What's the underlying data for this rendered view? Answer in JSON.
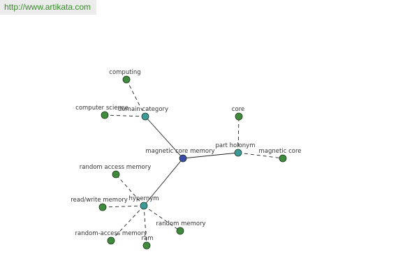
{
  "source_link": "http://www.artikata.com",
  "colors": {
    "center_node": "#3b4aa8",
    "relation_node": "#3e9a9a",
    "term_node": "#3f8a3c",
    "edge": "#222222",
    "link_text": "#3a8a2c"
  },
  "graph": {
    "center": {
      "id": "magnetic-core-memory",
      "label": "magnetic core memory"
    },
    "relations": [
      {
        "id": "domain-category",
        "label": "domain category",
        "terms": [
          {
            "id": "computing",
            "label": "computing"
          },
          {
            "id": "computer-science",
            "label": "computer science"
          }
        ]
      },
      {
        "id": "part-holonym",
        "label": "part holonym",
        "terms": [
          {
            "id": "core",
            "label": "core"
          },
          {
            "id": "magnetic-core",
            "label": "magnetic core"
          }
        ]
      },
      {
        "id": "hypernym",
        "label": "hypernym",
        "terms": [
          {
            "id": "random-access-memory-1",
            "label": "random access memory"
          },
          {
            "id": "read-write-memory",
            "label": "read/write memory"
          },
          {
            "id": "random-access-memory-2",
            "label": "random-access memory"
          },
          {
            "id": "ram",
            "label": "ram"
          },
          {
            "id": "random-memory",
            "label": "random memory"
          }
        ]
      }
    ]
  }
}
